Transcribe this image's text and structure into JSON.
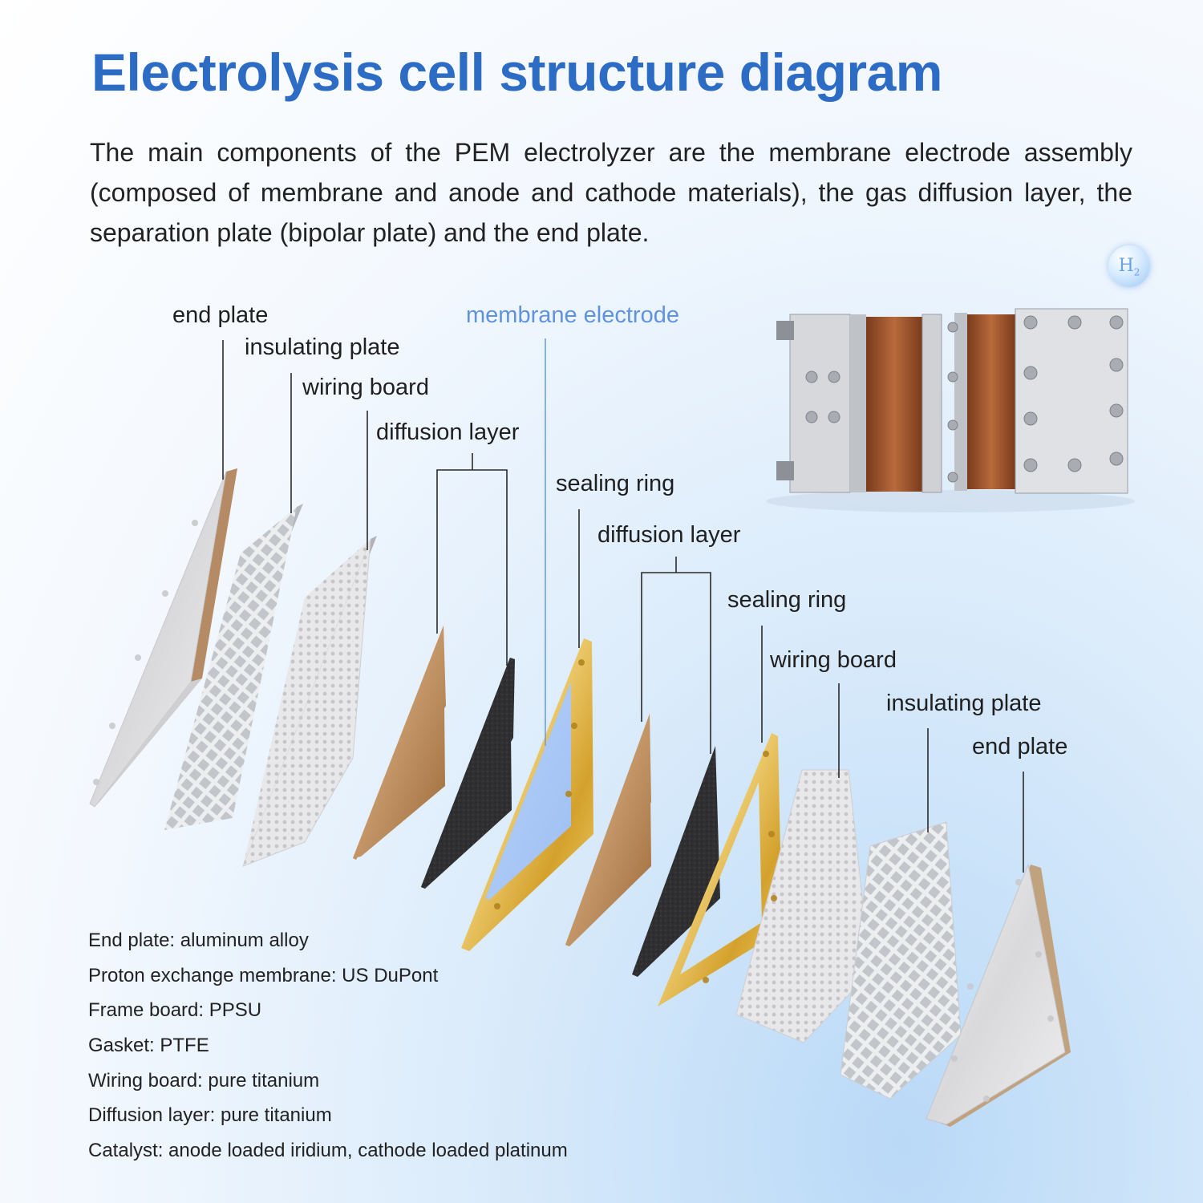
{
  "title": "Electrolysis cell structure diagram",
  "intro": "The main components of the PEM electrolyzer are the membrane electrode assembly (composed of membrane and anode and cathode materials), the gas diffusion layer, the separation plate (bipolar plate) and the end plate.",
  "badge": {
    "symbol": "H",
    "subscript": "2"
  },
  "labels": {
    "end_plate_left": "end plate",
    "insulating_plate_left": "insulating plate",
    "wiring_board_left": "wiring board",
    "diffusion_layer_left": "diffusion layer",
    "membrane_electrode": "membrane electrode",
    "sealing_ring_left": "sealing ring",
    "diffusion_layer_right": "diffusion layer",
    "sealing_ring_right": "sealing ring",
    "wiring_board_right": "wiring board",
    "insulating_plate_right": "insulating plate",
    "end_plate_right": "end plate"
  },
  "specs": [
    "End plate: aluminum alloy",
    "Proton exchange membrane: US DuPont",
    "Frame board: PPSU",
    "Gasket: PTFE",
    "Wiring board: pure titanium",
    "Diffusion layer: pure titanium",
    "Catalyst: anode loaded iridium, cathode loaded platinum"
  ],
  "colors": {
    "title": "#2c6cc4",
    "membrane_label": "#5f93e0",
    "membrane": "#a9c7f5",
    "gold_frame": "#d9a92a",
    "copper": "#b07a45",
    "felt": "#2e2e30",
    "silver": "#e3e3e5"
  }
}
